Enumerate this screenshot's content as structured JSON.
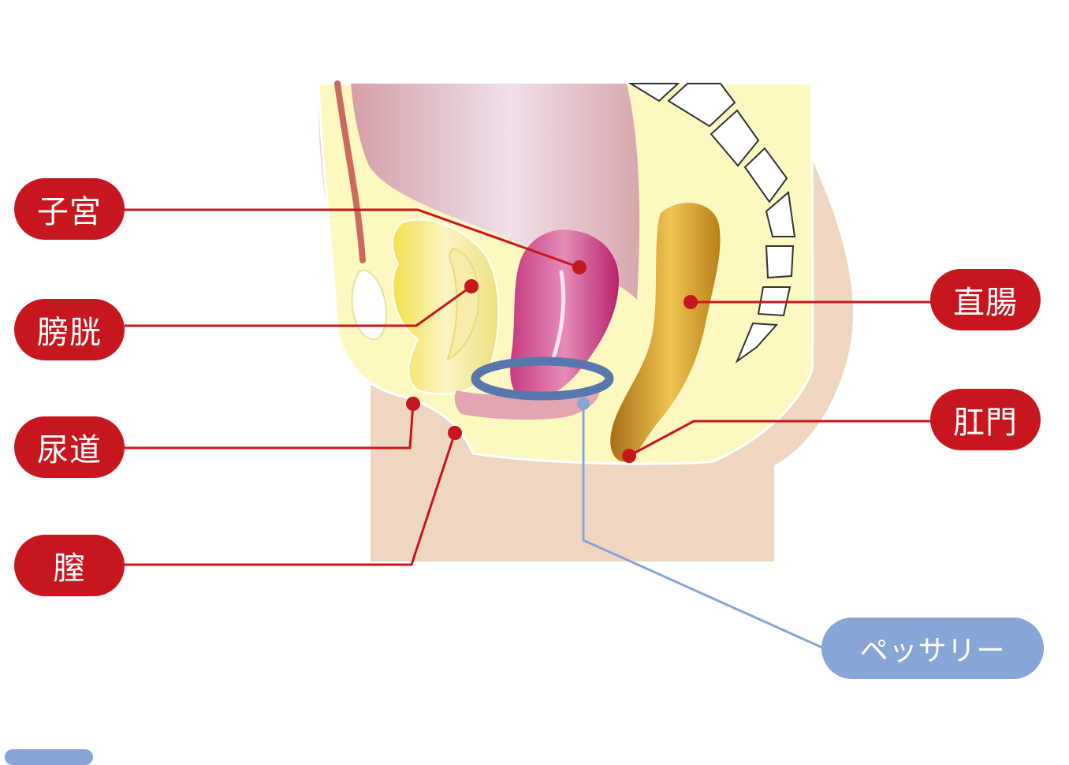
{
  "labels": {
    "uterus": "子宮",
    "bladder": "膀胱",
    "urethra": "尿道",
    "vagina": "膣",
    "rectum": "直腸",
    "anus": "肛門",
    "pessary": "ペッサリー"
  },
  "colors": {
    "label_red": "#c8161f",
    "label_blue": "#88a6d5",
    "skin": "#efd6c1",
    "tissue_yellow": "#fdf7c0",
    "abdomen_pink": "#ddb2b7",
    "uterus_magenta": "#d2458d",
    "bladder_yellow": "#f6ea8c",
    "rectum_gold": "#c8901f",
    "pessary_ring": "#5878ad"
  }
}
